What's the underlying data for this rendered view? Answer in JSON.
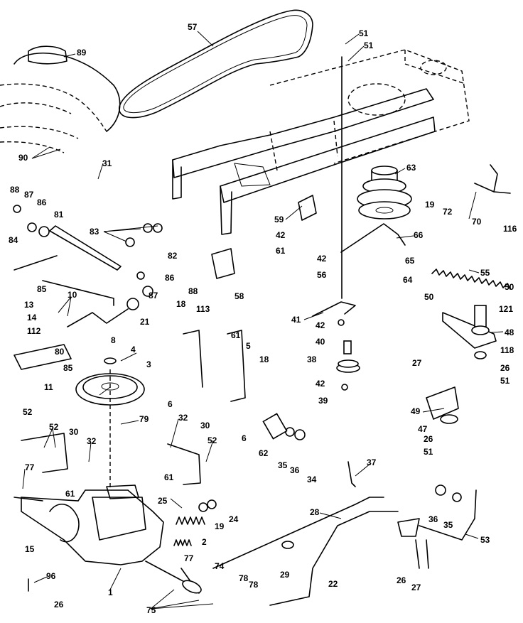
{
  "callouts": [
    "57",
    "51",
    "51",
    "89",
    "90",
    "63",
    "19",
    "72",
    "70",
    "116",
    "31",
    "88",
    "87",
    "86",
    "81",
    "83",
    "82",
    "59",
    "42",
    "61",
    "66",
    "42",
    "65",
    "56",
    "55",
    "64",
    "84",
    "86",
    "58",
    "85",
    "88",
    "87",
    "10",
    "21",
    "18",
    "113",
    "50",
    "50",
    "121",
    "13",
    "14",
    "112",
    "8",
    "41",
    "42",
    "48",
    "40",
    "80",
    "85",
    "4",
    "61",
    "5",
    "3",
    "118",
    "18",
    "38",
    "27",
    "26",
    "51",
    "11",
    "6",
    "42",
    "39",
    "6",
    "49",
    "52",
    "32",
    "30",
    "79",
    "47",
    "26",
    "52",
    "30",
    "32",
    "52",
    "62",
    "35",
    "36",
    "51",
    "34",
    "37",
    "77",
    "61",
    "61",
    "25",
    "24",
    "19",
    "2",
    "36",
    "35",
    "53",
    "28",
    "15",
    "77",
    "74",
    "29",
    "22",
    "26",
    "78",
    "78",
    "27",
    "96",
    "75",
    "1",
    "26"
  ]
}
